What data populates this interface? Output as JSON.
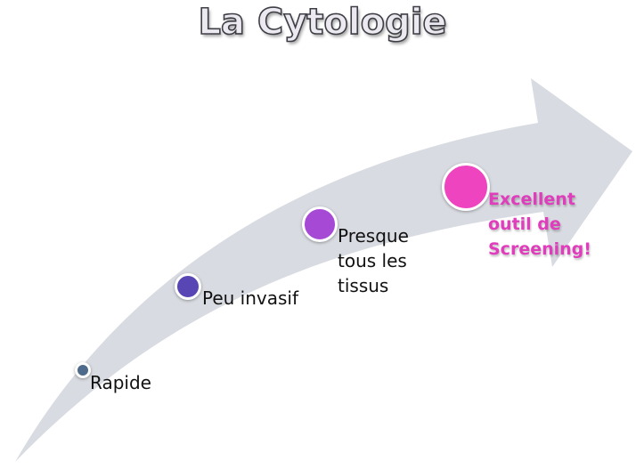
{
  "title": "La Cytologie",
  "steps": [
    {
      "label": "Rapide",
      "color": "#4e6b8c"
    },
    {
      "label": "Peu invasif",
      "color": "#5846b4"
    },
    {
      "label_lines": [
        "Presque",
        "tous les",
        "tissus"
      ],
      "color": "#a64ad6"
    },
    {
      "label_lines": [
        "Excellent",
        "outil de",
        "Screening!"
      ],
      "color": "#ee44bf",
      "text_color": "#e03dbd"
    }
  ],
  "arrow_color": "#d8dbe1"
}
